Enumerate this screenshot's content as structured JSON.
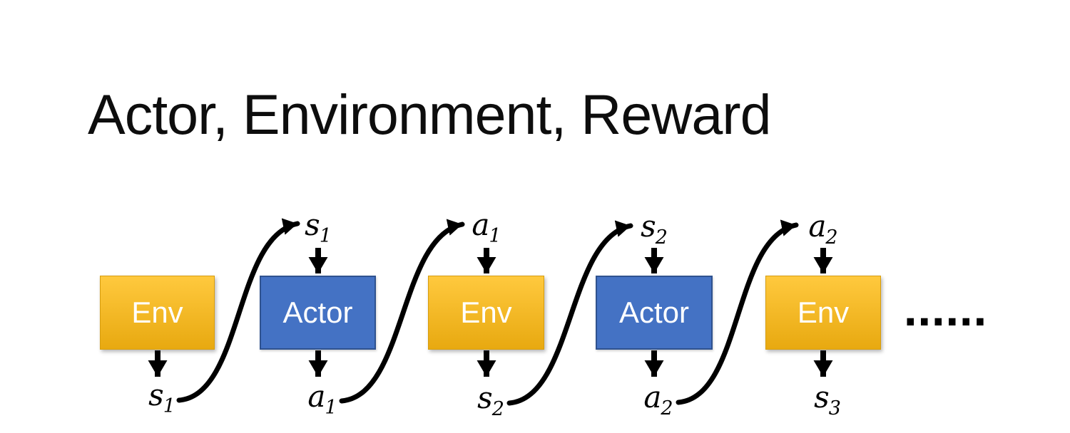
{
  "slide": {
    "title": "Actor, Environment, Reward",
    "ellipsis": "......"
  },
  "diagram": {
    "boxes": [
      {
        "label": "Env"
      },
      {
        "label": "Actor"
      },
      {
        "label": "Env"
      },
      {
        "label": "Actor"
      },
      {
        "label": "Env"
      }
    ],
    "top_labels": [
      {
        "base": "s",
        "sub": "1"
      },
      {
        "base": "a",
        "sub": "1"
      },
      {
        "base": "s",
        "sub": "2"
      },
      {
        "base": "a",
        "sub": "2"
      }
    ],
    "bottom_labels": [
      {
        "base": "s",
        "sub": "1"
      },
      {
        "base": "a",
        "sub": "1"
      },
      {
        "base": "s",
        "sub": "2"
      },
      {
        "base": "a",
        "sub": "2"
      },
      {
        "base": "s",
        "sub": "3"
      }
    ],
    "colors": {
      "env_gradient_top": "#FFC93E",
      "env_gradient_bottom": "#E8A910",
      "env_border": "#D79D0E",
      "actor_fill": "#4472C4",
      "actor_border": "#2F528F",
      "box_text": "#FFFFFF",
      "arrow": "#000000",
      "title_text": "#0D0D0D"
    }
  }
}
